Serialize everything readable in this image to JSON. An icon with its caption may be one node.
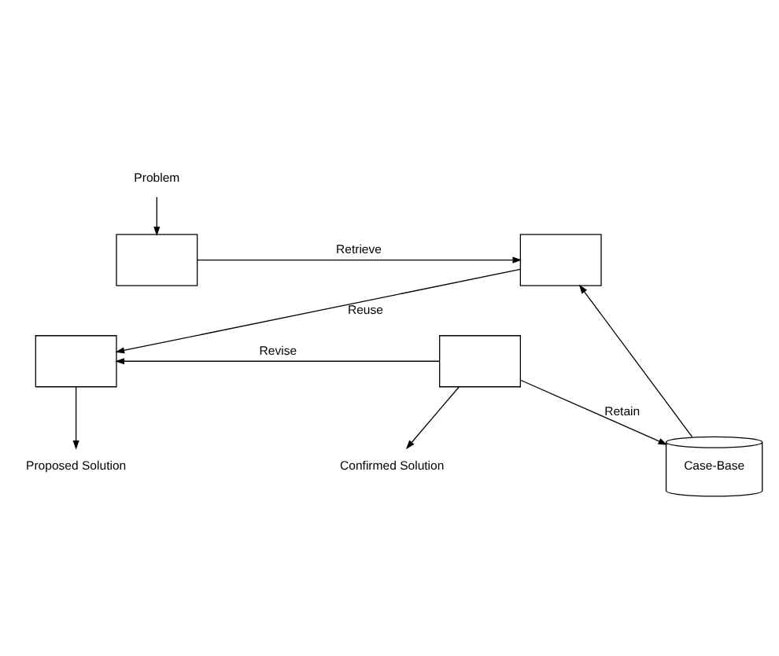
{
  "diagram": {
    "nodes": [
      {
        "text": [
          "Problem"
        ]
      },
      {
        "text": [],
        "shape": "box"
      },
      {
        "text": [],
        "shape": "box"
      },
      {
        "text": [
          "Case-Base"
        ]
      },
      {
        "text": [],
        "shape": "box"
      },
      {
        "text": [],
        "shape": "box"
      },
      {
        "text": [
          "Confirmed Solution"
        ]
      },
      {
        "text": [
          "Proposed Solution"
        ]
      }
    ],
    "edges": [
      {
        "from": 0,
        "to": 1,
        "arrow": "to"
      },
      {
        "from": 1,
        "to": 2,
        "arrow": "to",
        "label": "Retrieve"
      },
      {
        "from": 3,
        "to": 2,
        "arrow": "to"
      },
      {
        "from": 2,
        "to": 5,
        "arrow": "to",
        "label": "Reuse"
      },
      {
        "from": 4,
        "to": 3,
        "arrow": "to",
        "label": "Retain"
      },
      {
        "from": 4,
        "to": 5,
        "arrow": "to",
        "label": "Revise"
      },
      {
        "from": 4,
        "to": 6,
        "arrow": "to"
      },
      {
        "from": 5,
        "to": 7,
        "arrow": "to"
      }
    ]
  }
}
